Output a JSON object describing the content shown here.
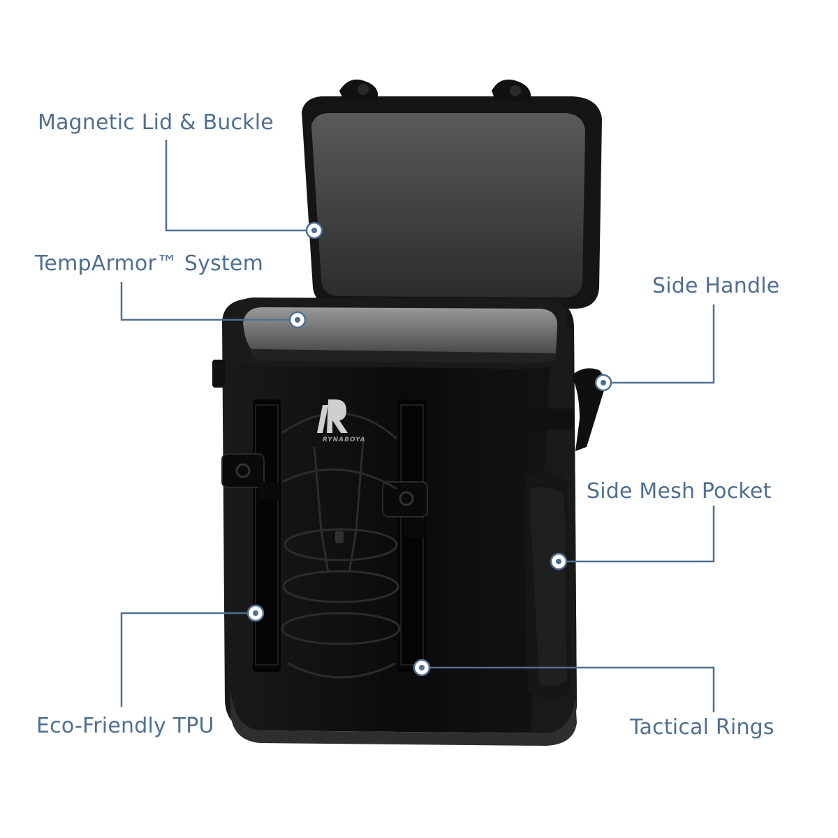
{
  "image": {
    "subject": "cooler-backpack",
    "brand_logo_text": "RYNABOYA"
  },
  "theme": {
    "label_color": "#4f6f8f",
    "line_color": "#4f6f8f",
    "product_color": "#0d0d0d",
    "background": "#ffffff"
  },
  "callouts": [
    {
      "id": "magnetic-lid",
      "label": "Magnetic Lid & Buckle"
    },
    {
      "id": "temparmor",
      "label": "TempArmor™ System"
    },
    {
      "id": "side-handle",
      "label": "Side Handle"
    },
    {
      "id": "side-mesh-pocket",
      "label": "Side Mesh Pocket"
    },
    {
      "id": "eco-friendly-tpu",
      "label": "Eco-Friendly TPU"
    },
    {
      "id": "tactical-rings",
      "label": "Tactical Rings"
    }
  ]
}
